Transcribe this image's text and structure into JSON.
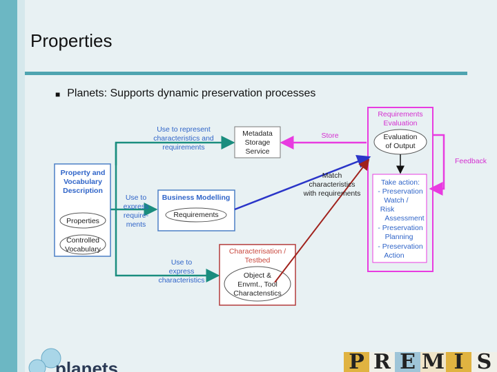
{
  "slide": {
    "title": "Properties",
    "bullet": "Planets: Supports dynamic preservation processes"
  },
  "diagram": {
    "property_box": {
      "title": [
        "Property and",
        "Vocabulary",
        "Description"
      ],
      "properties": "Properties",
      "vocab": [
        "Controlled",
        "Vocabulary"
      ]
    },
    "metadata_box": {
      "lines": [
        "Metadata",
        "Storage",
        "Service"
      ]
    },
    "business_box": {
      "title": "Business Modelling",
      "requirements": "Requirements"
    },
    "char_box": {
      "title": [
        "Characterisation /",
        "Testbed"
      ],
      "object": [
        "Object &",
        "Envmt., Tool",
        "Charactenstics"
      ]
    },
    "req_eval_box": {
      "title": [
        "Requirements",
        "Evaluation"
      ],
      "eval": [
        "Evaluation",
        "of Output"
      ]
    },
    "take_action": [
      "Take action:",
      "- Preservation",
      "Watch /",
      "Risk",
      "Assessment",
      "- Preservation",
      "Planning",
      "- Preservation",
      "Action"
    ],
    "labels": {
      "use_represent": [
        "Use to represent",
        "characteristics and",
        "requirements"
      ],
      "use_express_req": [
        "Use to",
        "express",
        "require-",
        "ments"
      ],
      "use_express_char": [
        "Use to",
        "express",
        "characteristics"
      ],
      "store": "Store",
      "match": [
        "Match",
        "characteristics",
        "with requirements"
      ],
      "feedback": "Feedback"
    },
    "colors": {
      "teal": "#1a8d7e",
      "blue": "#2a35c8",
      "magenta": "#e83be0",
      "darkred": "#a0221c",
      "label_blue": "#2f64c8"
    }
  },
  "footer": {
    "logo_text": "planets",
    "brand_letters": [
      "P",
      "R",
      "E",
      "M",
      "I",
      "S"
    ]
  }
}
